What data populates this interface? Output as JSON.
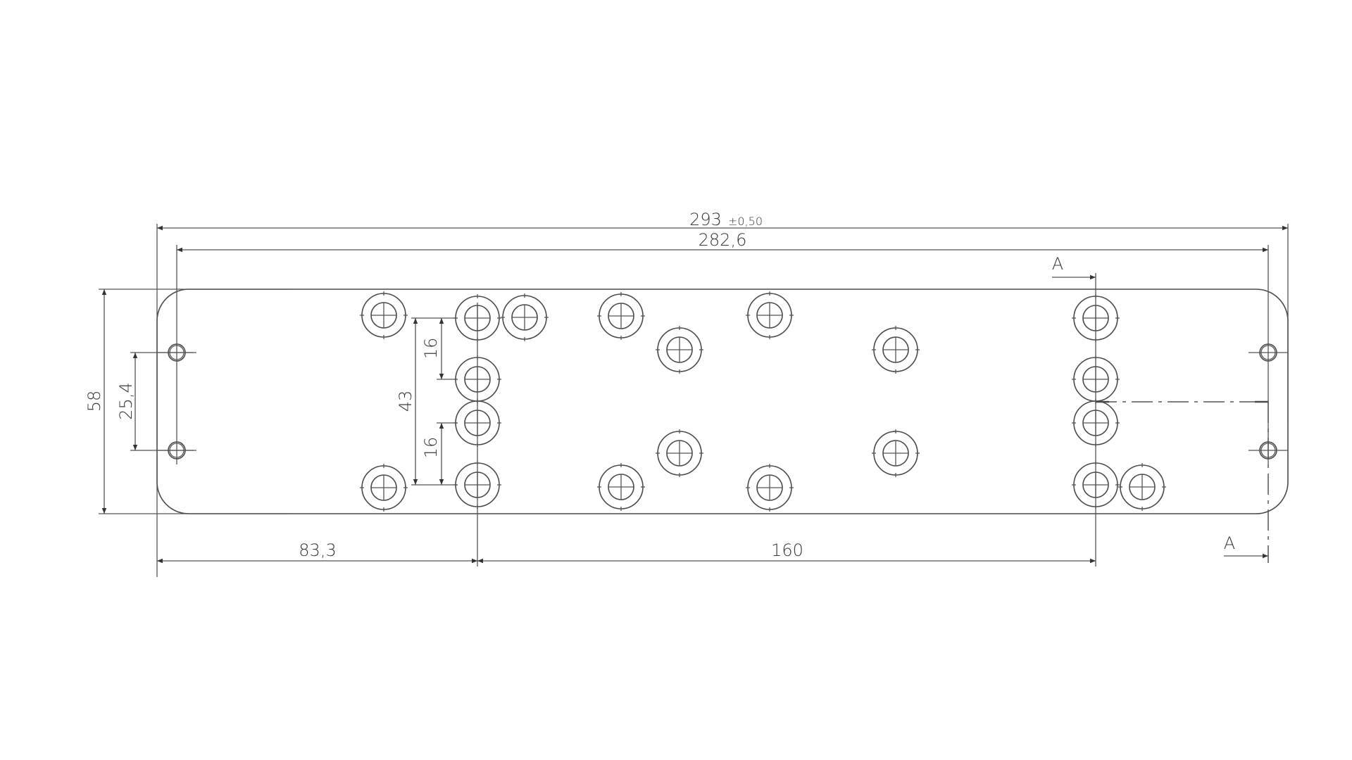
{
  "drawing": {
    "overall_length": "293",
    "overall_tolerance": "±0,50",
    "hole_spacing": "282,6",
    "height": "58",
    "mount_hole_spacing": "25,4",
    "hole_group_height": "43",
    "upper_offset": "16",
    "lower_offset": "16",
    "left_offset": "83,3",
    "center_spacing": "160",
    "section_top": "A",
    "section_bottom": "A"
  },
  "colors": {
    "line": "#4a4a4a",
    "background": "#ffffff"
  }
}
